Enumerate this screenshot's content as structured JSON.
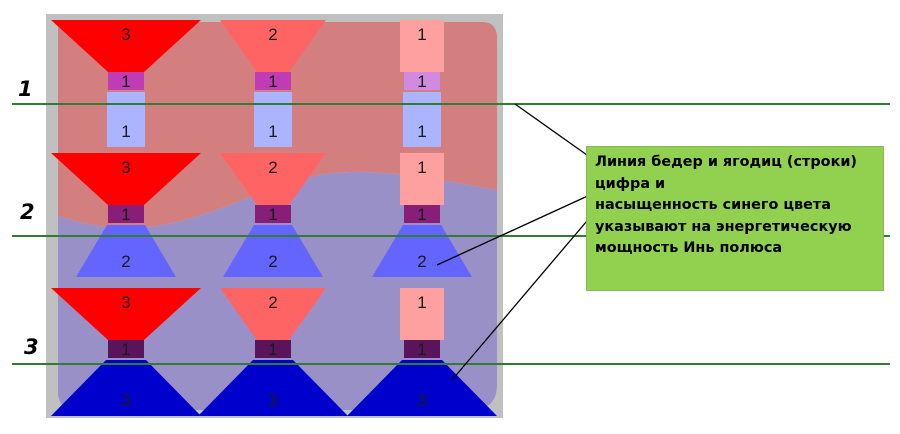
{
  "rows": [
    {
      "label": "1",
      "figures": [
        {
          "top": "3",
          "mid": "1",
          "bottom": "1"
        },
        {
          "top": "2",
          "mid": "1",
          "bottom": "1"
        },
        {
          "top": "1",
          "mid": "1",
          "bottom": "1"
        }
      ]
    },
    {
      "label": "2",
      "figures": [
        {
          "top": "3",
          "mid": "1",
          "bottom": "2"
        },
        {
          "top": "2",
          "mid": "1",
          "bottom": "2"
        },
        {
          "top": "1",
          "mid": "1",
          "bottom": "2"
        }
      ]
    },
    {
      "label": "3",
      "figures": [
        {
          "top": "3",
          "mid": "1",
          "bottom": "3"
        },
        {
          "top": "2",
          "mid": "1",
          "bottom": "3"
        },
        {
          "top": "1",
          "mid": "1",
          "bottom": "3"
        }
      ]
    }
  ],
  "callout": {
    "lines": [
      "Линия бедер и ягодиц (строки)",
      "цифра и",
      "насыщенность синего цвета",
      "указывают на энергетическую",
      "мощность Инь полюса"
    ]
  },
  "colors": {
    "frame": "#c0c0c0",
    "upper_region": "#d47f7f",
    "lower_region": "#9a90c8",
    "guide_line": "#2e7d32",
    "callout_bg": "#92d050",
    "top_3": "#ff0000",
    "top_2": "#ff6464",
    "top_1": "#ffa0a0",
    "bottom_1": "#aab4ff",
    "bottom_2": "#6464ff",
    "bottom_3": "#0000cc"
  }
}
